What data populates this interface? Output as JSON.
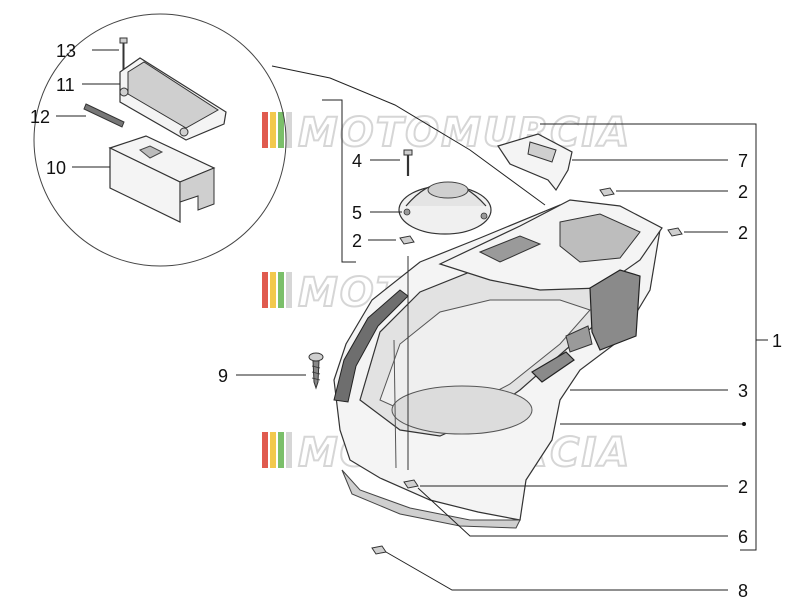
{
  "watermark": {
    "text": "MOTOMURCIA",
    "stripe_colors": [
      "#e05a4f",
      "#f2c94c",
      "#7bbf6a",
      "#d6d6d6"
    ]
  },
  "callouts": [
    {
      "id": "1",
      "label": "1"
    },
    {
      "id": "2a",
      "label": "2"
    },
    {
      "id": "2b",
      "label": "2"
    },
    {
      "id": "2c",
      "label": "2"
    },
    {
      "id": "2d",
      "label": "2"
    },
    {
      "id": "3",
      "label": "3"
    },
    {
      "id": "4",
      "label": "4"
    },
    {
      "id": "5",
      "label": "5"
    },
    {
      "id": "6",
      "label": "6"
    },
    {
      "id": "7",
      "label": "7"
    },
    {
      "id": "8",
      "label": "8"
    },
    {
      "id": "9",
      "label": "9"
    },
    {
      "id": "10",
      "label": "10"
    },
    {
      "id": "11",
      "label": "11"
    },
    {
      "id": "12",
      "label": "12"
    },
    {
      "id": "13",
      "label": "13"
    }
  ]
}
